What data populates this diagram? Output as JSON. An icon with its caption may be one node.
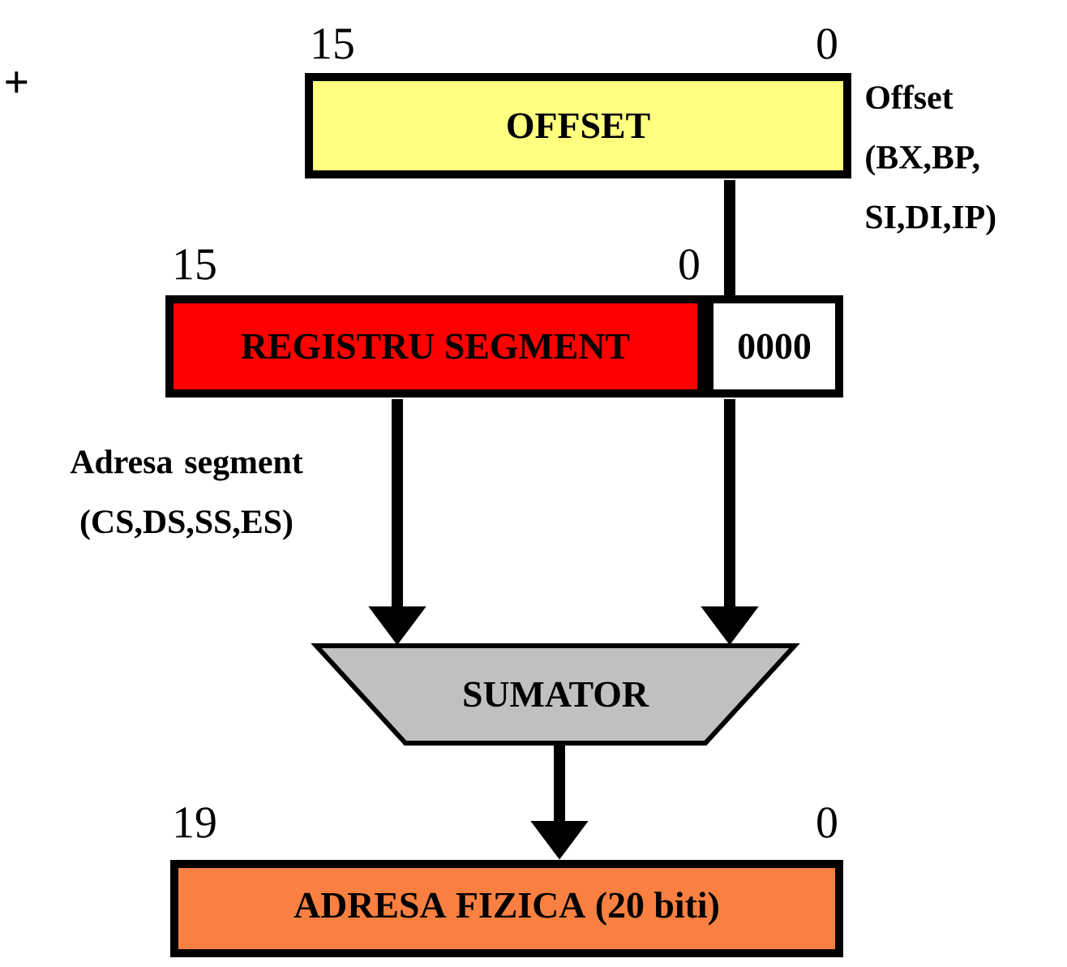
{
  "diagram": {
    "nodes": [
      {
        "text": [
          "OFFSET"
        ],
        "beside": [
          "15",
          "0",
          "Offset (BX,BP, SI,DI,IP)"
        ]
      },
      {
        "text": [
          "REGISTRU SEGMENT"
        ],
        "beside": [
          "15",
          "0",
          "Adresa segment (CS,DS,SS,ES)"
        ]
      },
      {
        "text": [
          "0000"
        ]
      },
      {
        "text": [
          "SUMATOR"
        ]
      },
      {
        "text": [
          "ADRESA FIZICA  (20 biti)"
        ],
        "beside": [
          "19",
          "0"
        ]
      }
    ],
    "edges": [
      {
        "from": 0,
        "to": 2,
        "arrow": "none"
      },
      {
        "from": 1,
        "to": 3,
        "arrow": "to"
      },
      {
        "from": 2,
        "to": 3,
        "arrow": "to"
      },
      {
        "from": 3,
        "to": 4,
        "arrow": "to"
      }
    ],
    "labels": [
      "+"
    ]
  }
}
